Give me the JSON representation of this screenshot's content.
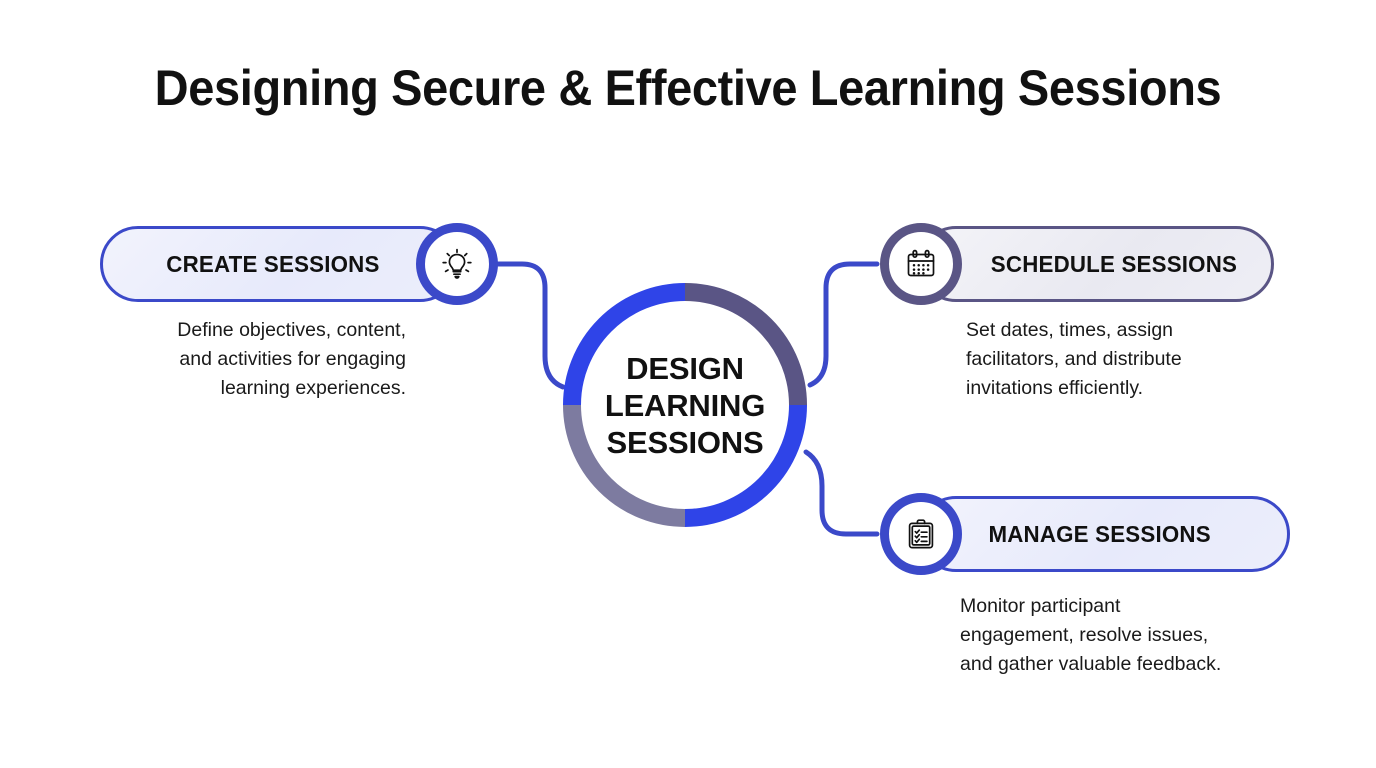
{
  "page": {
    "title": "Designing Secure & Effective Learning Sessions",
    "background_color": "#ffffff"
  },
  "colors": {
    "blue": "#3b49c9",
    "bright_blue": "#2f44e8",
    "purple_gray": "#5a5585",
    "pill_fill": "#eceefb",
    "text": "#111111"
  },
  "hub": {
    "line1": "DESIGN",
    "line2": "LEARNING",
    "line3": "SESSIONS",
    "ring_segments": [
      {
        "name": "top-left",
        "color": "#2f44e8",
        "from_deg": 270,
        "to_deg": 360
      },
      {
        "name": "bottom-left",
        "color": "#7d7ba0",
        "from_deg": 180,
        "to_deg": 270
      },
      {
        "name": "bottom-right",
        "color": "#2f44e8",
        "from_deg": 90,
        "to_deg": 180
      },
      {
        "name": "top-right",
        "color": "#5a5585",
        "from_deg": 0,
        "to_deg": 90
      }
    ]
  },
  "nodes": [
    {
      "id": "create-sessions",
      "label": "CREATE SESSIONS",
      "description": "Define objectives, content,\nand activities for engaging\nlearning experiences.",
      "icon": "lightbulb-icon",
      "accent": "#3b49c9",
      "side": "left",
      "align": "right"
    },
    {
      "id": "schedule-sessions",
      "label": "SCHEDULE SESSIONS",
      "description": "Set dates, times, assign\nfacilitators, and distribute\ninvitations efficiently.",
      "icon": "calendar-icon",
      "accent": "#5a5585",
      "side": "right",
      "align": "left"
    },
    {
      "id": "manage-sessions",
      "label": "MANAGE SESSIONS",
      "description": "Monitor participant\nengagement, resolve issues,\nand gather valuable feedback.",
      "icon": "clipboard-checklist-icon",
      "accent": "#3b49c9",
      "side": "right",
      "align": "left"
    }
  ]
}
